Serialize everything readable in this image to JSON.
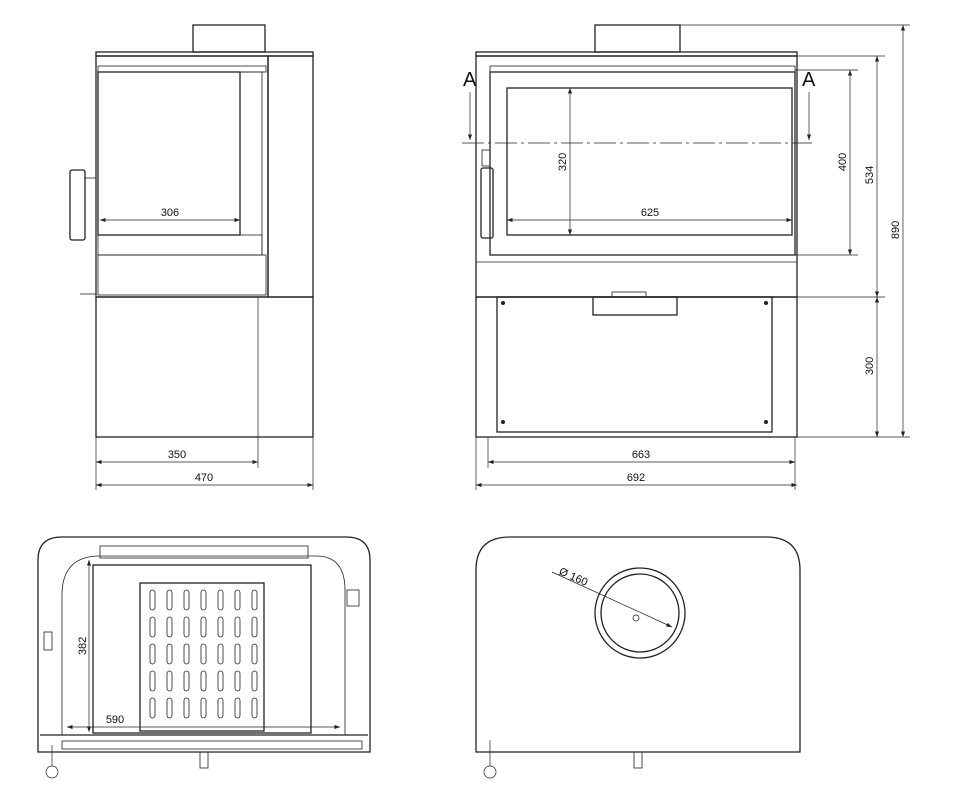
{
  "title": "Wood stove dimensional drawing",
  "side_view": {
    "dims": {
      "glass_depth": "306",
      "base_depth": "350",
      "total_depth": "470"
    }
  },
  "front_view": {
    "section_marks": [
      "A",
      "A"
    ],
    "dims": {
      "glass_height": "320",
      "glass_width": "625",
      "firebox_height": "400",
      "body_height": "534",
      "total_height": "890",
      "base_height": "300",
      "base_width": "663",
      "total_width": "692"
    }
  },
  "top_section": {
    "dims": {
      "firebox_depth": "382",
      "firebox_width": "590"
    }
  },
  "top_view": {
    "dims": {
      "flue_diameter": "Ø 160"
    }
  }
}
